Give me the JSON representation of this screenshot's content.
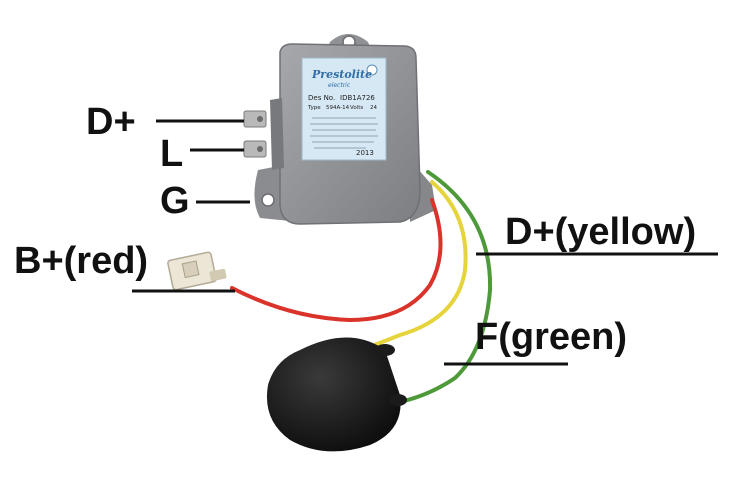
{
  "labels": {
    "d_plus": "D+",
    "l": "L",
    "g": "G",
    "b_plus_red": "B+(red)",
    "d_plus_yellow": "D+(yellow)",
    "f_green": "F(green)"
  },
  "sticker": {
    "brand": "Prestolite",
    "brand_sub": "electric",
    "des_no_label": "Des No.",
    "des_no": "IDB1A726",
    "type_label": "Type",
    "type": "594A-14",
    "volts_label": "Volts",
    "volts": "24",
    "year": "2013"
  },
  "colors": {
    "wire_red": "#d9332a",
    "wire_yellow": "#e6d43c",
    "wire_green": "#4e9a3a",
    "housing": "#8d8f93",
    "sticker": "#d6e8f3",
    "brush_cap": "#151515"
  }
}
